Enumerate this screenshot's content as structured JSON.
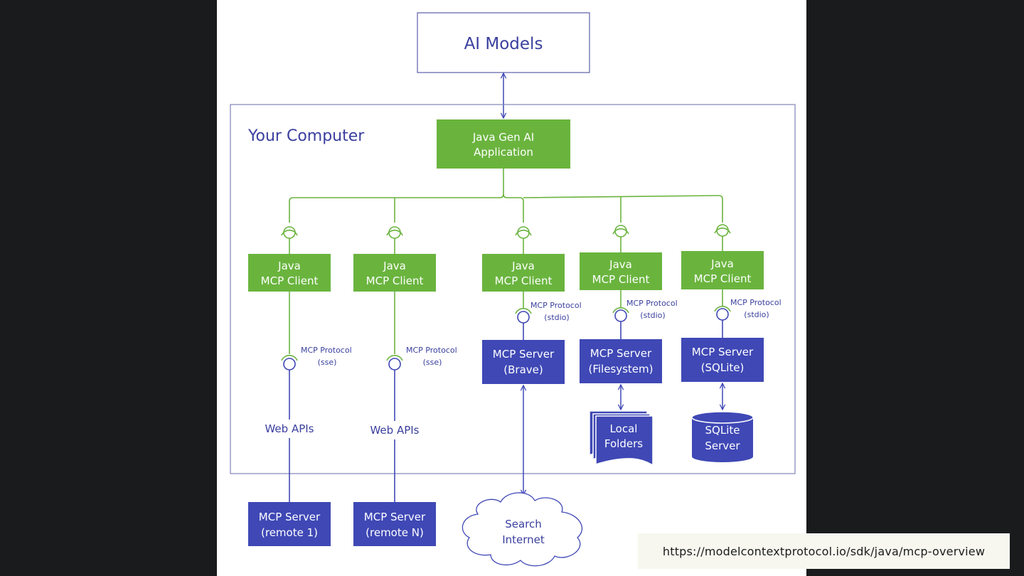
{
  "colors": {
    "green": "#6ab43e",
    "blue": "#3f48b5",
    "outline": "#5a5fa8",
    "background": "#1a1b1d",
    "text_blue": "#3a3f9e"
  },
  "ai_models": {
    "label": "AI Models"
  },
  "computer": {
    "label": "Your Computer"
  },
  "app": {
    "lines": [
      "Java Gen AI",
      "Application"
    ]
  },
  "clients": [
    {
      "lines": [
        "Java",
        "MCP Client"
      ]
    },
    {
      "lines": [
        "Java",
        "MCP Client"
      ]
    },
    {
      "lines": [
        "Java",
        "MCP Client"
      ]
    },
    {
      "lines": [
        "Java",
        "MCP Client"
      ]
    },
    {
      "lines": [
        "Java",
        "MCP Client"
      ]
    }
  ],
  "protocols": [
    {
      "lines": [
        "MCP Protocol",
        "(sse)"
      ]
    },
    {
      "lines": [
        "MCP Protocol",
        "(sse)"
      ]
    },
    {
      "lines": [
        "MCP Protocol",
        "(stdio)"
      ]
    },
    {
      "lines": [
        "MCP Protocol",
        "(stdio)"
      ]
    },
    {
      "lines": [
        "MCP Protocol",
        "(stdio)"
      ]
    }
  ],
  "web_apis": [
    "Web APIs",
    "Web APIs"
  ],
  "local_servers": [
    {
      "lines": [
        "MCP Server",
        "(Brave)"
      ]
    },
    {
      "lines": [
        "MCP Server",
        "(Filesystem)"
      ]
    },
    {
      "lines": [
        "MCP Server",
        "(SQLite)"
      ]
    }
  ],
  "remote_servers": [
    {
      "lines": [
        "MCP Server",
        "(remote 1)"
      ]
    },
    {
      "lines": [
        "MCP Server",
        "(remote N)"
      ]
    }
  ],
  "search_internet": {
    "lines": [
      "Search",
      "Internet"
    ]
  },
  "local_folders": {
    "lines": [
      "Local",
      "Folders"
    ]
  },
  "sqlite_server": {
    "lines": [
      "SQLite",
      "Server"
    ]
  },
  "source_url": "https://modelcontextprotocol.io/sdk/java/mcp-overview"
}
